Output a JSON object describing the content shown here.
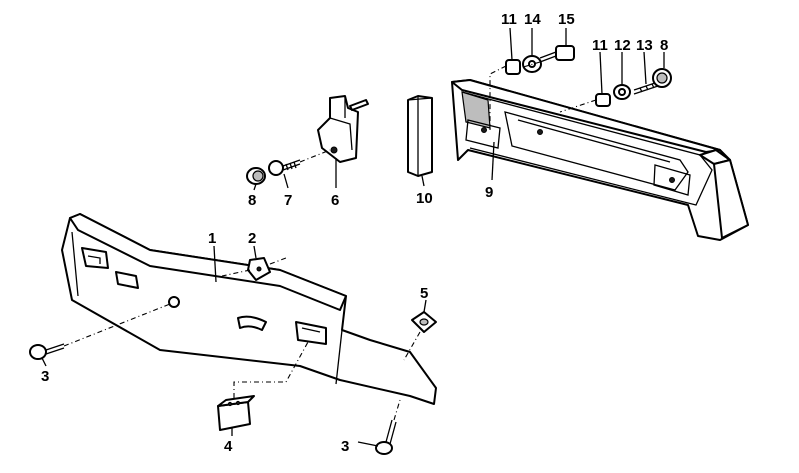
{
  "diagram": {
    "callouts": [
      {
        "id": "c1",
        "text": "1"
      },
      {
        "id": "c2",
        "text": "2"
      },
      {
        "id": "c3a",
        "text": "3"
      },
      {
        "id": "c3b",
        "text": "3"
      },
      {
        "id": "c4",
        "text": "4"
      },
      {
        "id": "c5",
        "text": "5"
      },
      {
        "id": "c6",
        "text": "6"
      },
      {
        "id": "c7",
        "text": "7"
      },
      {
        "id": "c8a",
        "text": "8"
      },
      {
        "id": "c8b",
        "text": "8"
      },
      {
        "id": "c9",
        "text": "9"
      },
      {
        "id": "c10",
        "text": "10"
      },
      {
        "id": "c11a",
        "text": "11"
      },
      {
        "id": "c11b",
        "text": "11"
      },
      {
        "id": "c12",
        "text": "12"
      },
      {
        "id": "c13",
        "text": "13"
      },
      {
        "id": "c14",
        "text": "14"
      },
      {
        "id": "c15",
        "text": "15"
      }
    ]
  }
}
